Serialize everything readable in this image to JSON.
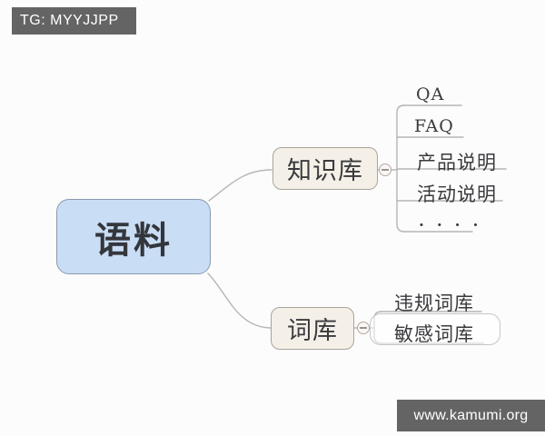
{
  "watermarks": {
    "top_left": "TG: MYYJJPP",
    "bottom_right": "www.kamumi.org"
  },
  "mindmap": {
    "root": {
      "label": "语料"
    },
    "branches": [
      {
        "label": "知识库",
        "collapse_icon": "minus-icon",
        "children": [
          {
            "label": "QA"
          },
          {
            "label": "FAQ"
          },
          {
            "label": "产品说明"
          },
          {
            "label": "活动说明"
          },
          {
            "label": ". . . ."
          }
        ]
      },
      {
        "label": "词库",
        "collapse_icon": "minus-icon",
        "children": [
          {
            "label": "违规词库"
          },
          {
            "label": "敏感词库"
          }
        ]
      }
    ]
  },
  "colors": {
    "root_fill": "#c9ddf4",
    "root_border": "#8a99b0",
    "branch_fill": "#f4f0e8",
    "branch_border": "#a9a49b",
    "connector_line": "#b5b5b5",
    "badge_background": "#646464",
    "badge_text": "#ffffff",
    "text": "#3a3a3e"
  }
}
